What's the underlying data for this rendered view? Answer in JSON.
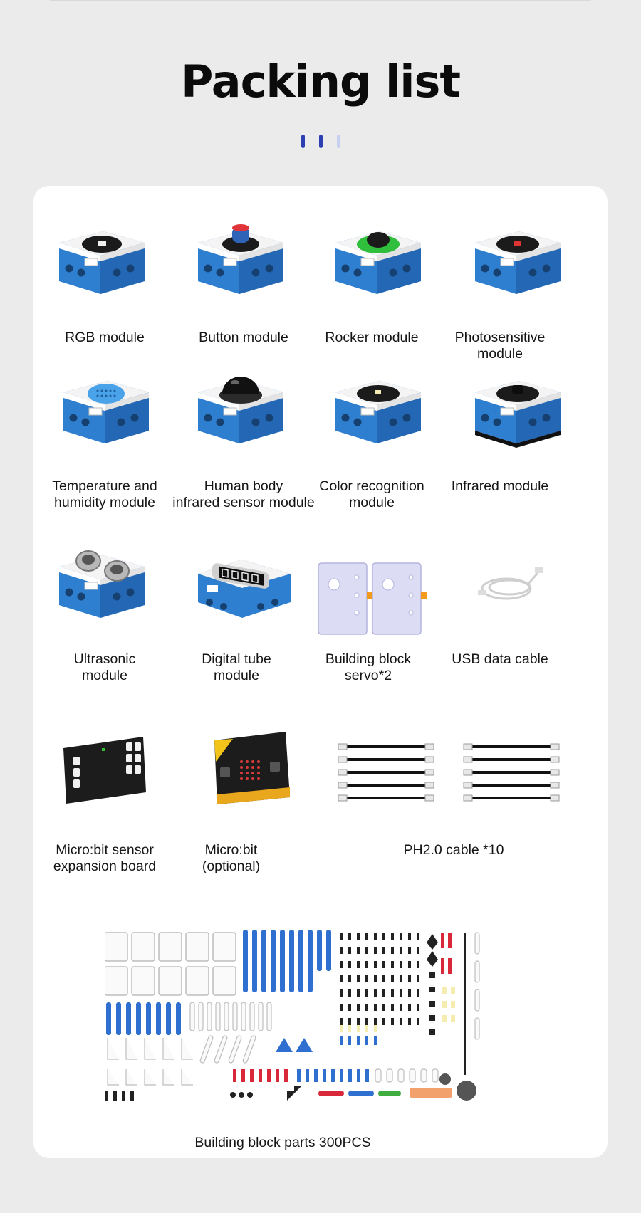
{
  "page": {
    "title": "Packing list"
  },
  "accent": {
    "dark": "#2b3fb3",
    "light": "#c5cff0",
    "module_blue": "#2f7fd0"
  },
  "items": {
    "rgb": "RGB module",
    "button": "Button module",
    "rocker": "Rocker module",
    "photo_1": "Photosensitive",
    "photo_2": "module",
    "temp_1": "Temperature and",
    "temp_2": "humidity module",
    "human_1": "Human body",
    "human_2": "infrared sensor module",
    "color_1": "Color recognition",
    "color_2": "module",
    "infrared": "Infrared module",
    "ultra_1": "Ultrasonic",
    "ultra_2": "module",
    "digital_1": "Digital tube",
    "digital_2": "module",
    "servo_1": "Building block",
    "servo_2": "servo*2",
    "usb": "USB data cable",
    "exp_1": "Micro:bit sensor",
    "exp_2": "expansion board",
    "mb_1": "Micro:bit",
    "mb_2": "(optional)",
    "ph": "PH2.0 cable *10",
    "parts": "Building block parts 300PCS"
  }
}
